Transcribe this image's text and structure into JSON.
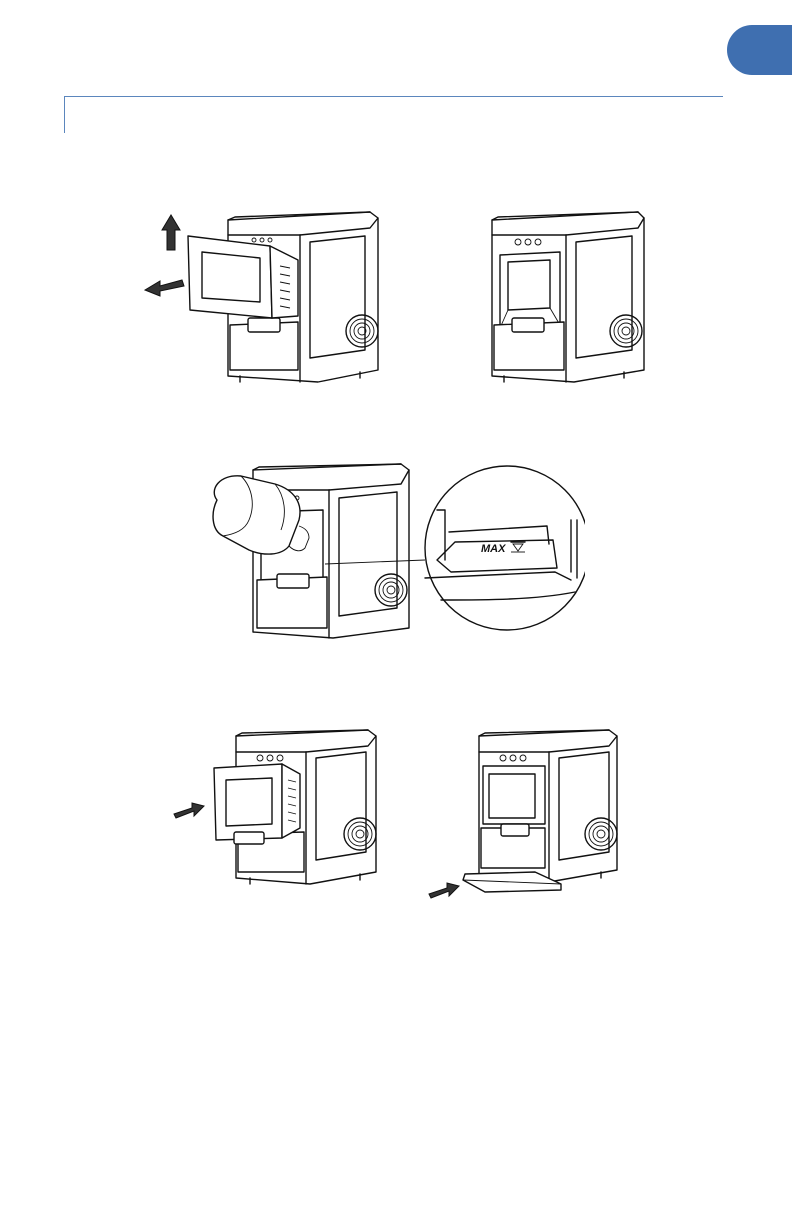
{
  "page": {
    "accent_color": "#3f6fb0",
    "rule_color": "#5b86bd"
  },
  "figures": {
    "remove_basket": {
      "icon": "ice-maker-basket-removed"
    },
    "basket_out": {
      "icon": "ice-maker-open"
    },
    "fill_water": {
      "icon": "ice-maker-fill-water",
      "max_label": "MAX"
    },
    "insert_basket": {
      "icon": "ice-maker-basket-inserted"
    },
    "attach_tray": {
      "icon": "ice-maker-drip-tray"
    }
  }
}
